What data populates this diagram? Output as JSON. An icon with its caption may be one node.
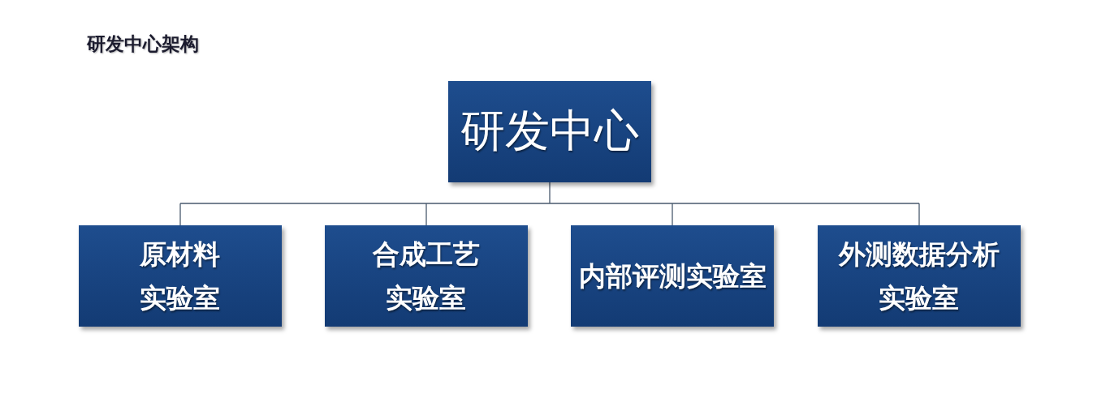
{
  "diagram": {
    "title": "研发中心架构",
    "nodes": [
      {
        "text": [
          "研发中心"
        ]
      },
      {
        "text": [
          "原材料实验室"
        ]
      },
      {
        "text": [
          "合成工艺实验室"
        ]
      },
      {
        "text": [
          "内部评测实验室"
        ]
      },
      {
        "text": [
          "外测数据分析实验室"
        ]
      }
    ],
    "edges": [
      {
        "from": 0,
        "to": 1,
        "arrow": "none"
      },
      {
        "from": 0,
        "to": 2,
        "arrow": "none"
      },
      {
        "from": 0,
        "to": 3,
        "arrow": "none"
      },
      {
        "from": 0,
        "to": 4,
        "arrow": "none"
      }
    ]
  }
}
